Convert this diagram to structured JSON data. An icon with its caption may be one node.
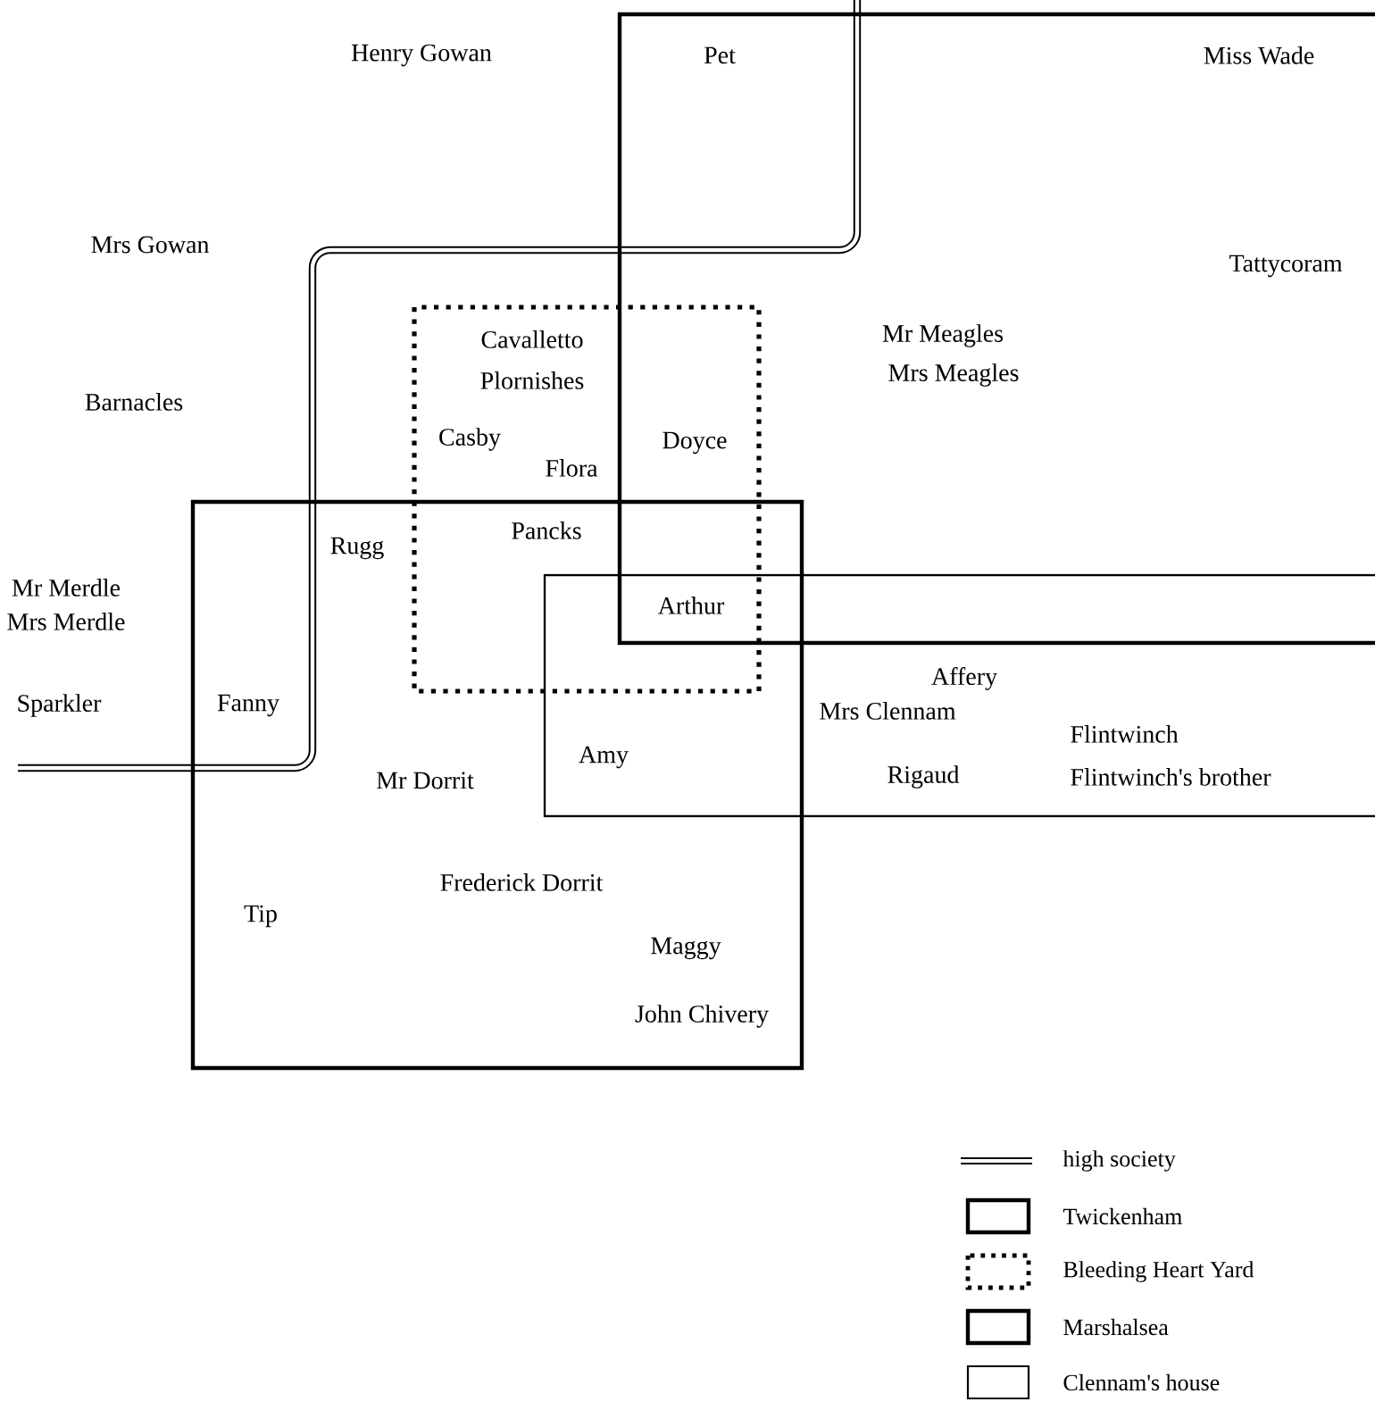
{
  "diagram": {
    "labels": [
      "Henry Gowan",
      "Pet",
      "Miss Wade",
      "Mrs Gowan",
      "Tattycoram",
      "Cavalletto",
      "Mr Meagles",
      "Plornishes",
      "Mrs Meagles",
      "Barnacles",
      "Casby",
      "Doyce",
      "Flora",
      "Pancks",
      "Rugg",
      "Mr Merdle",
      "Arthur",
      "Mrs Merdle",
      "Affery",
      "Sparkler",
      "Fanny",
      "Mrs Clennam",
      "Flintwinch",
      "Amy",
      "Mr Dorrit",
      "Rigaud",
      "Flintwinch's brother",
      "Frederick Dorrit",
      "Tip",
      "Maggy",
      "John Chivery"
    ],
    "legend": [
      {
        "text": "high society"
      },
      {
        "text": "Twickenham"
      },
      {
        "text": "Bleeding Heart Yard"
      },
      {
        "text": "Marshalsea"
      },
      {
        "text": "Clennam's house"
      }
    ]
  }
}
